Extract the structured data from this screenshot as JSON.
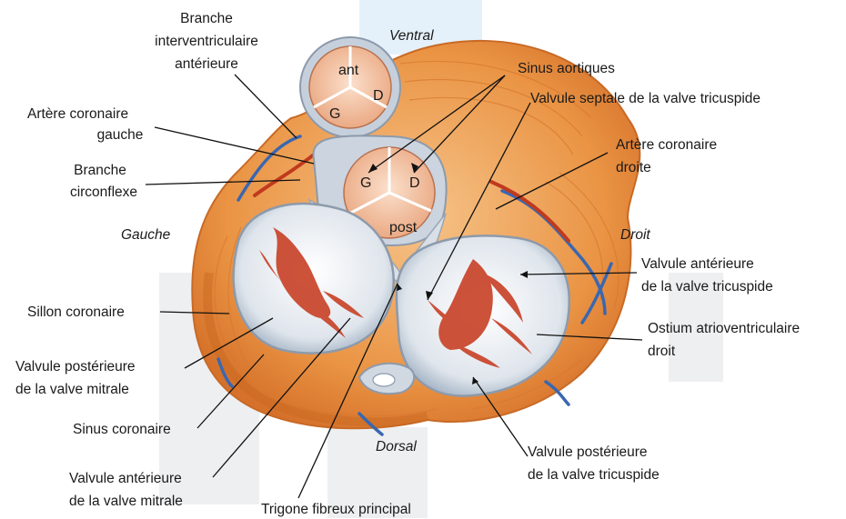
{
  "orientation": {
    "ventral": "Ventral",
    "dorsal": "Dorsal",
    "gauche": "Gauche",
    "droit": "Droit"
  },
  "pulmonary_valve": {
    "cusp_ant": "ant",
    "cusp_d": "D",
    "cusp_g": "G"
  },
  "aortic_valve": {
    "cusp_g": "G",
    "cusp_d": "D",
    "cusp_post": "post"
  },
  "labels": {
    "branche_interventriculaire": [
      "Branche",
      "interventriculaire",
      "antérieure"
    ],
    "artere_coronaire_gauche": [
      "Artère coronaire",
      "gauche"
    ],
    "branche_circonflexe": [
      "Branche",
      "circonflexe"
    ],
    "sillon_coronaire": "Sillon coronaire",
    "valvule_posterieure_mitrale": [
      "Valvule postérieure",
      "de la valve mitrale"
    ],
    "sinus_coronaire": "Sinus coronaire",
    "valvule_anterieure_mitrale": [
      "Valvule antérieure",
      "de la valve mitrale"
    ],
    "trigone_fibreux": "Trigone fibreux principal",
    "sinus_aortiques": "Sinus aortiques",
    "valvule_septale_tricuspide": "Valvule septale de la valve tricuspide",
    "artere_coronaire_droite": [
      "Artère coronaire",
      "droite"
    ],
    "valvule_anterieure_tricuspide": [
      "Valvule antérieure",
      "de la valve tricuspide"
    ],
    "ostium_droit": [
      "Ostium atrioventriculaire",
      "droit"
    ],
    "valvule_posterieure_tricuspide": [
      "Valvule postérieure",
      "de la valve tricuspide"
    ]
  },
  "colors": {
    "muscle": "#e8903f",
    "muscle_light": "#f2b271",
    "fibrous": "#d9dfe6",
    "leaflet": "#c9442a",
    "vessel": "#3a67b0",
    "cusp_fill": "#f3c6a8"
  }
}
